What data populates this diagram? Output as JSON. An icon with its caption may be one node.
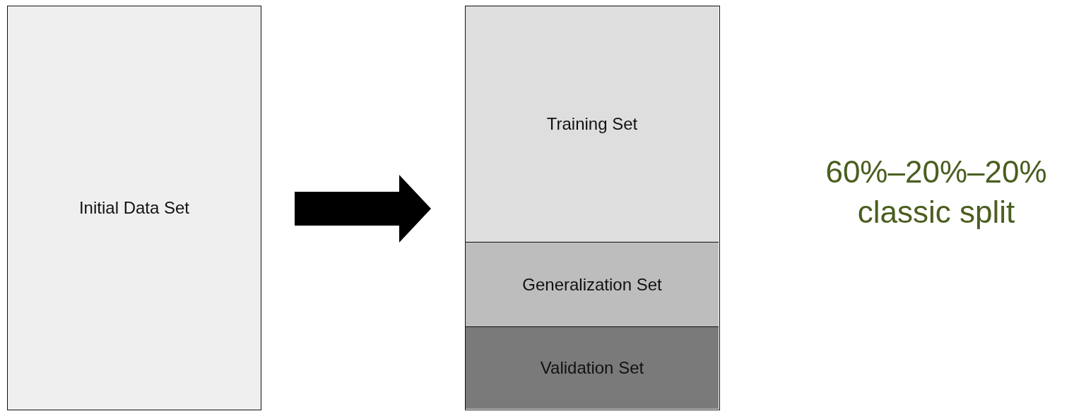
{
  "diagram": {
    "nodes": [
      {
        "text": [
          "Initial Data Set"
        ]
      },
      {
        "text": [],
        "shape": "box"
      },
      {
        "text": [
          "Training Set"
        ],
        "in": 1
      },
      {
        "text": [
          "Generalization Set"
        ],
        "in": 1
      },
      {
        "text": [
          "Validation Set"
        ],
        "in": 1
      }
    ],
    "edges": [
      {
        "from": 0,
        "to": 1,
        "arrow": "to",
        "style": "thick"
      }
    ],
    "labels": [
      "60%–20%–20% classic split"
    ]
  }
}
